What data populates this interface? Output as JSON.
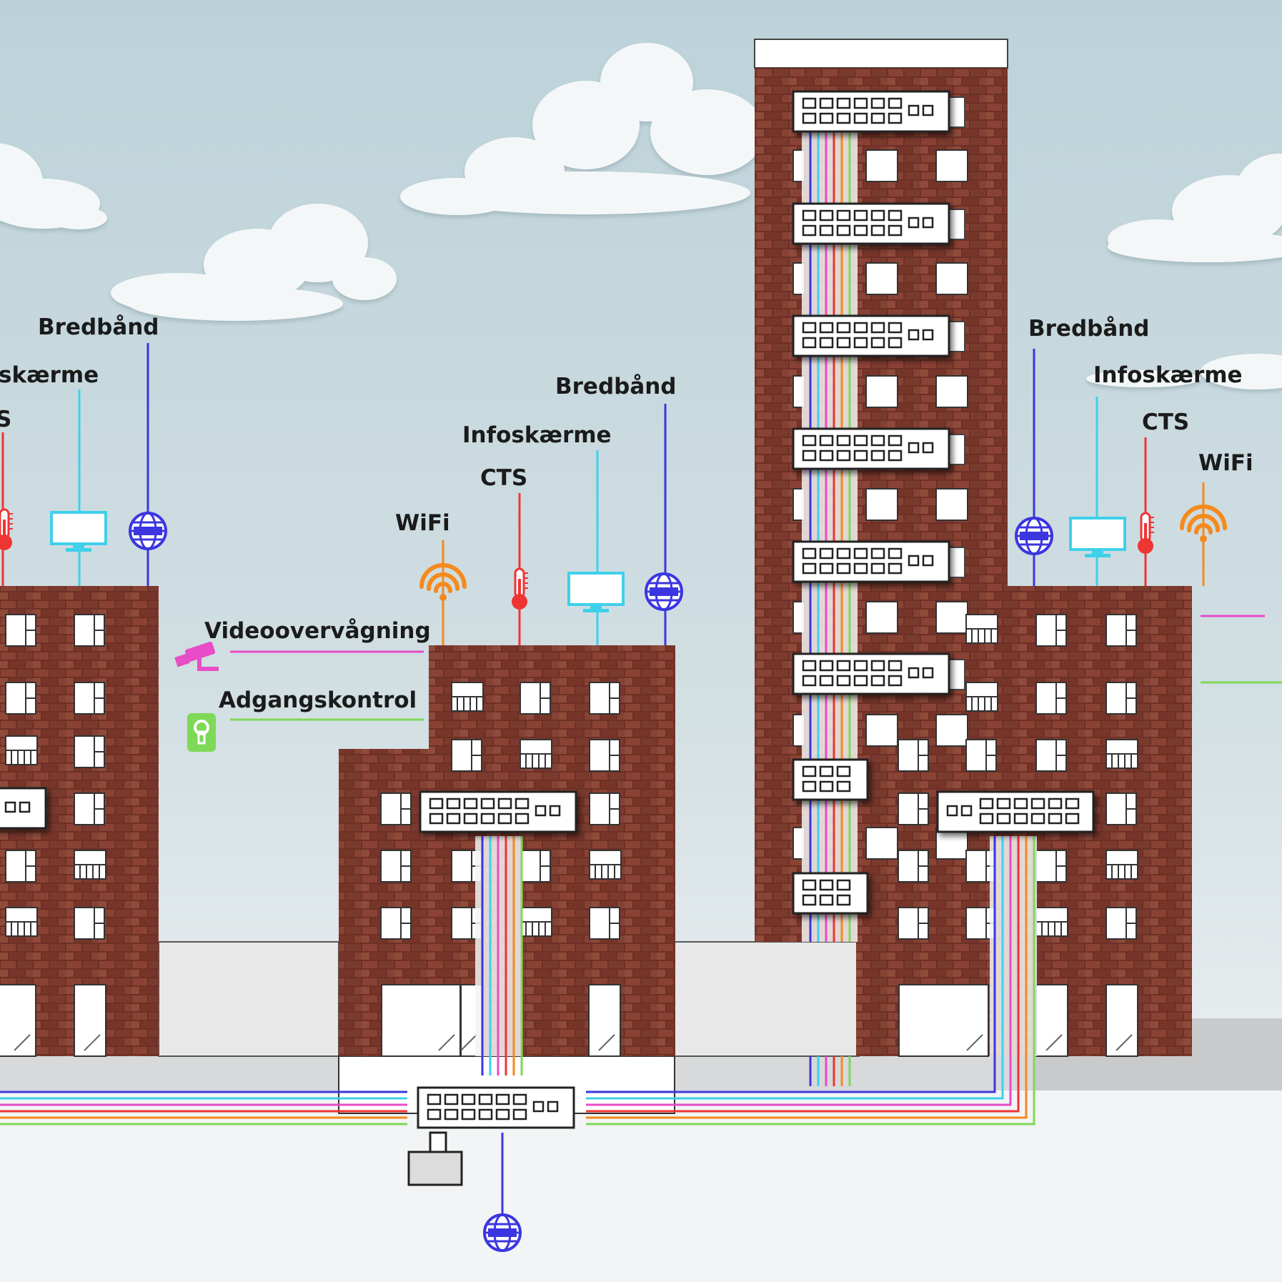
{
  "colors": {
    "sky_top": "#bcd2d9",
    "sky_bottom": "#eef1f3",
    "brick": "#7c3b30",
    "broadband": "#3b36e0",
    "infoscreen": "#3fd0ea",
    "cts": "#ef3434",
    "wifi": "#f58a1e",
    "video": "#e84cc6",
    "access": "#7ed957"
  },
  "labels": {
    "bredbaand": "Bredbånd",
    "infoskaerme": "Infoskærme",
    "infoskaerme_clipped": "skærme",
    "cts": "CTS",
    "cts_clipped": "S",
    "wifi": "WiFi",
    "video": "Videoovervågning",
    "access": "Adgangskontrol"
  },
  "icons": {
    "broadband": "globe-icon",
    "infoscreen": "monitor-icon",
    "cts": "thermometer-icon",
    "wifi": "wifi-icon",
    "video": "security-camera-icon",
    "access": "keyhole-icon",
    "switch": "network-switch-icon",
    "server": "server-box-icon"
  }
}
